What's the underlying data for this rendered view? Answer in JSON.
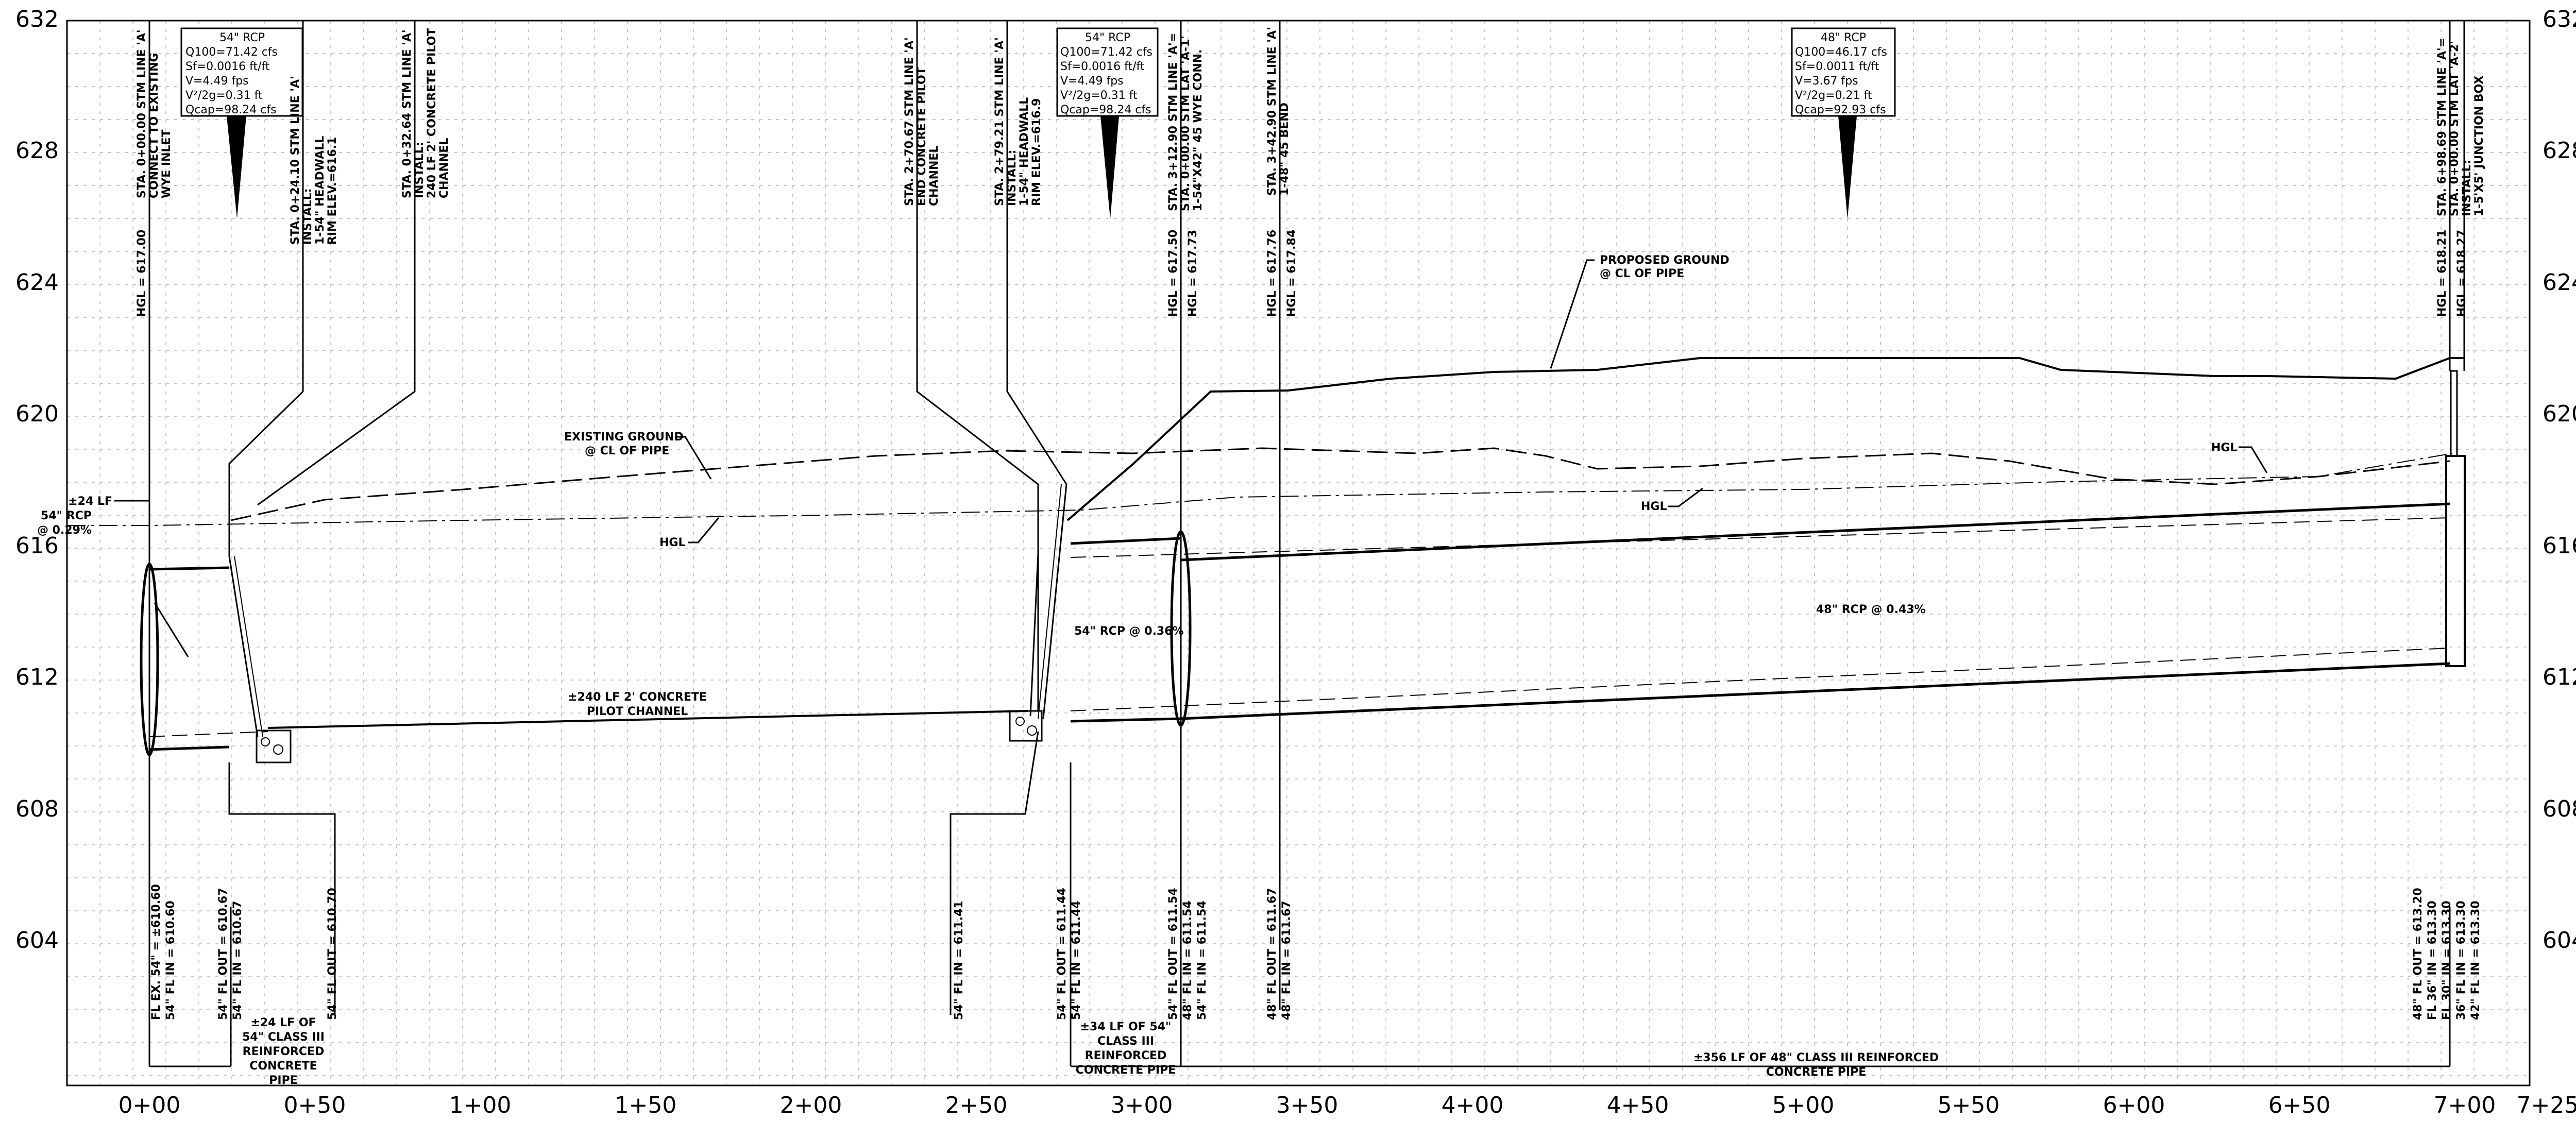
{
  "profile": {
    "y_axis_ticks": [
      "632",
      "628",
      "624",
      "620",
      "616",
      "612",
      "608",
      "604"
    ],
    "x_axis_ticks": [
      "0+00",
      "0+50",
      "1+00",
      "1+50",
      "2+00",
      "2+50",
      "3+00",
      "3+50",
      "4+00",
      "4+50",
      "5+00",
      "5+50",
      "6+00",
      "6+50",
      "7+00",
      "7+25"
    ],
    "hydraulic_boxes": [
      {
        "title": "54\" RCP",
        "lines": [
          "Q100=71.42 cfs",
          "Sf=0.0016 ft/ft",
          "V=4.49 fps",
          "V²/2g=0.31 ft",
          "Qcap=98.24 cfs"
        ]
      },
      {
        "title": "54\" RCP",
        "lines": [
          "Q100=71.42 cfs",
          "Sf=0.0016 ft/ft",
          "V=4.49 fps",
          "V²/2g=0.31 ft",
          "Qcap=98.24 cfs"
        ]
      },
      {
        "title": "48\" RCP",
        "lines": [
          "Q100=46.17 cfs",
          "Sf=0.0011 ft/ft",
          "V=3.67 fps",
          "V²/2g=0.21 ft",
          "Qcap=92.93 cfs"
        ]
      }
    ],
    "station_callouts": [
      {
        "lines": [
          "STA. 0+00.00 STM LINE 'A'",
          "CONNECT TO EXISTING",
          "WYE INLET"
        ]
      },
      {
        "lines": [
          "STA. 0+24.10 STM LINE 'A'",
          "INSTALL:",
          "1-54\" HEADWALL",
          "RIM ELEV.=616.1"
        ]
      },
      {
        "lines": [
          "STA. 0+32.64 STM LINE 'A'",
          "INSTALL:",
          "240 LF 2' CONCRETE PILOT",
          "CHANNEL"
        ]
      },
      {
        "lines": [
          "STA. 2+70.67 STM LINE 'A'",
          "END CONCRETE PILOT",
          "CHANNEL"
        ]
      },
      {
        "lines": [
          "STA. 2+79.21 STM LINE 'A'",
          "INSTALL:",
          "1-54\" HEADWALL",
          "RIM ELEV.=616.9"
        ]
      },
      {
        "lines": [
          "STA. 3+12.90 STM LINE 'A'=",
          "STA. 0+00.00 STM LAT 'A-1'",
          "1-54\"X42\" 45 WYE CONN."
        ]
      },
      {
        "lines": [
          "STA. 3+42.90 STM LINE 'A'",
          "1-48\" 45 BEND"
        ]
      },
      {
        "lines": [
          "STA. 6+98.69 STM LINE 'A'=",
          "STA. 0+00.00 STM LAT 'A-2'",
          "INSTALL:",
          "1-5'X5' JUNCTION BOX"
        ]
      }
    ],
    "hgl_values": [
      [
        "HGL = 617.00"
      ],
      [
        "HGL = 617.50",
        "HGL = 617.73"
      ],
      [
        "HGL = 617.76",
        "HGL = 617.84"
      ],
      [
        "HGL = 618.21",
        "HGL = 618.27"
      ]
    ],
    "flowline_labels": [
      [
        "FL EX. 54\" = ±610.60",
        "54\" FL IN = 610.60"
      ],
      [
        "54\" FL OUT = 610.67",
        "54\" FL IN = 610.67"
      ],
      [
        "54\" FL OUT = 610.70"
      ],
      [
        "54\" FL IN = 611.41"
      ],
      [
        "54\" FL OUT = 611.44",
        "54\" FL IN = 611.44"
      ],
      [
        "54\" FL OUT = 611.54",
        "48\" FL IN = 611.54",
        "54\" FL IN = 611.54"
      ],
      [
        "48\" FL OUT = 611.67",
        "48\" FL IN = 611.67"
      ],
      [
        "48\" FL OUT = 613.20",
        "FL 36\" IN = 613.30",
        "FL 30\" IN = 613.30",
        "36\" FL IN = 613.30",
        "42\" FL IN = 613.30"
      ]
    ],
    "pipe_run_labels": [
      [
        "±24 LF OF",
        "54\" CLASS III",
        "REINFORCED",
        "CONCRETE",
        "PIPE"
      ],
      [
        "±34 LF OF 54\"",
        "CLASS III",
        "REINFORCED",
        "CONCRETE PIPE"
      ],
      [
        "±356 LF OF 48\" CLASS III REINFORCED",
        "CONCRETE PIPE"
      ]
    ],
    "annotations": {
      "existing_pipe": [
        "±24 LF",
        "54\" RCP",
        "@ 0.29%"
      ],
      "existing_ground": [
        "EXISTING GROUND",
        "@ CL OF PIPE"
      ],
      "proposed_ground": [
        "PROPOSED GROUND",
        "@ CL OF PIPE"
      ],
      "hgl": "HGL",
      "pilot_channel": [
        "±240 LF 2' CONCRETE",
        "PILOT CHANNEL"
      ],
      "pipe_54": "54\" RCP @ 0.36%",
      "pipe_48": "48\" RCP @ 0.43%"
    }
  }
}
